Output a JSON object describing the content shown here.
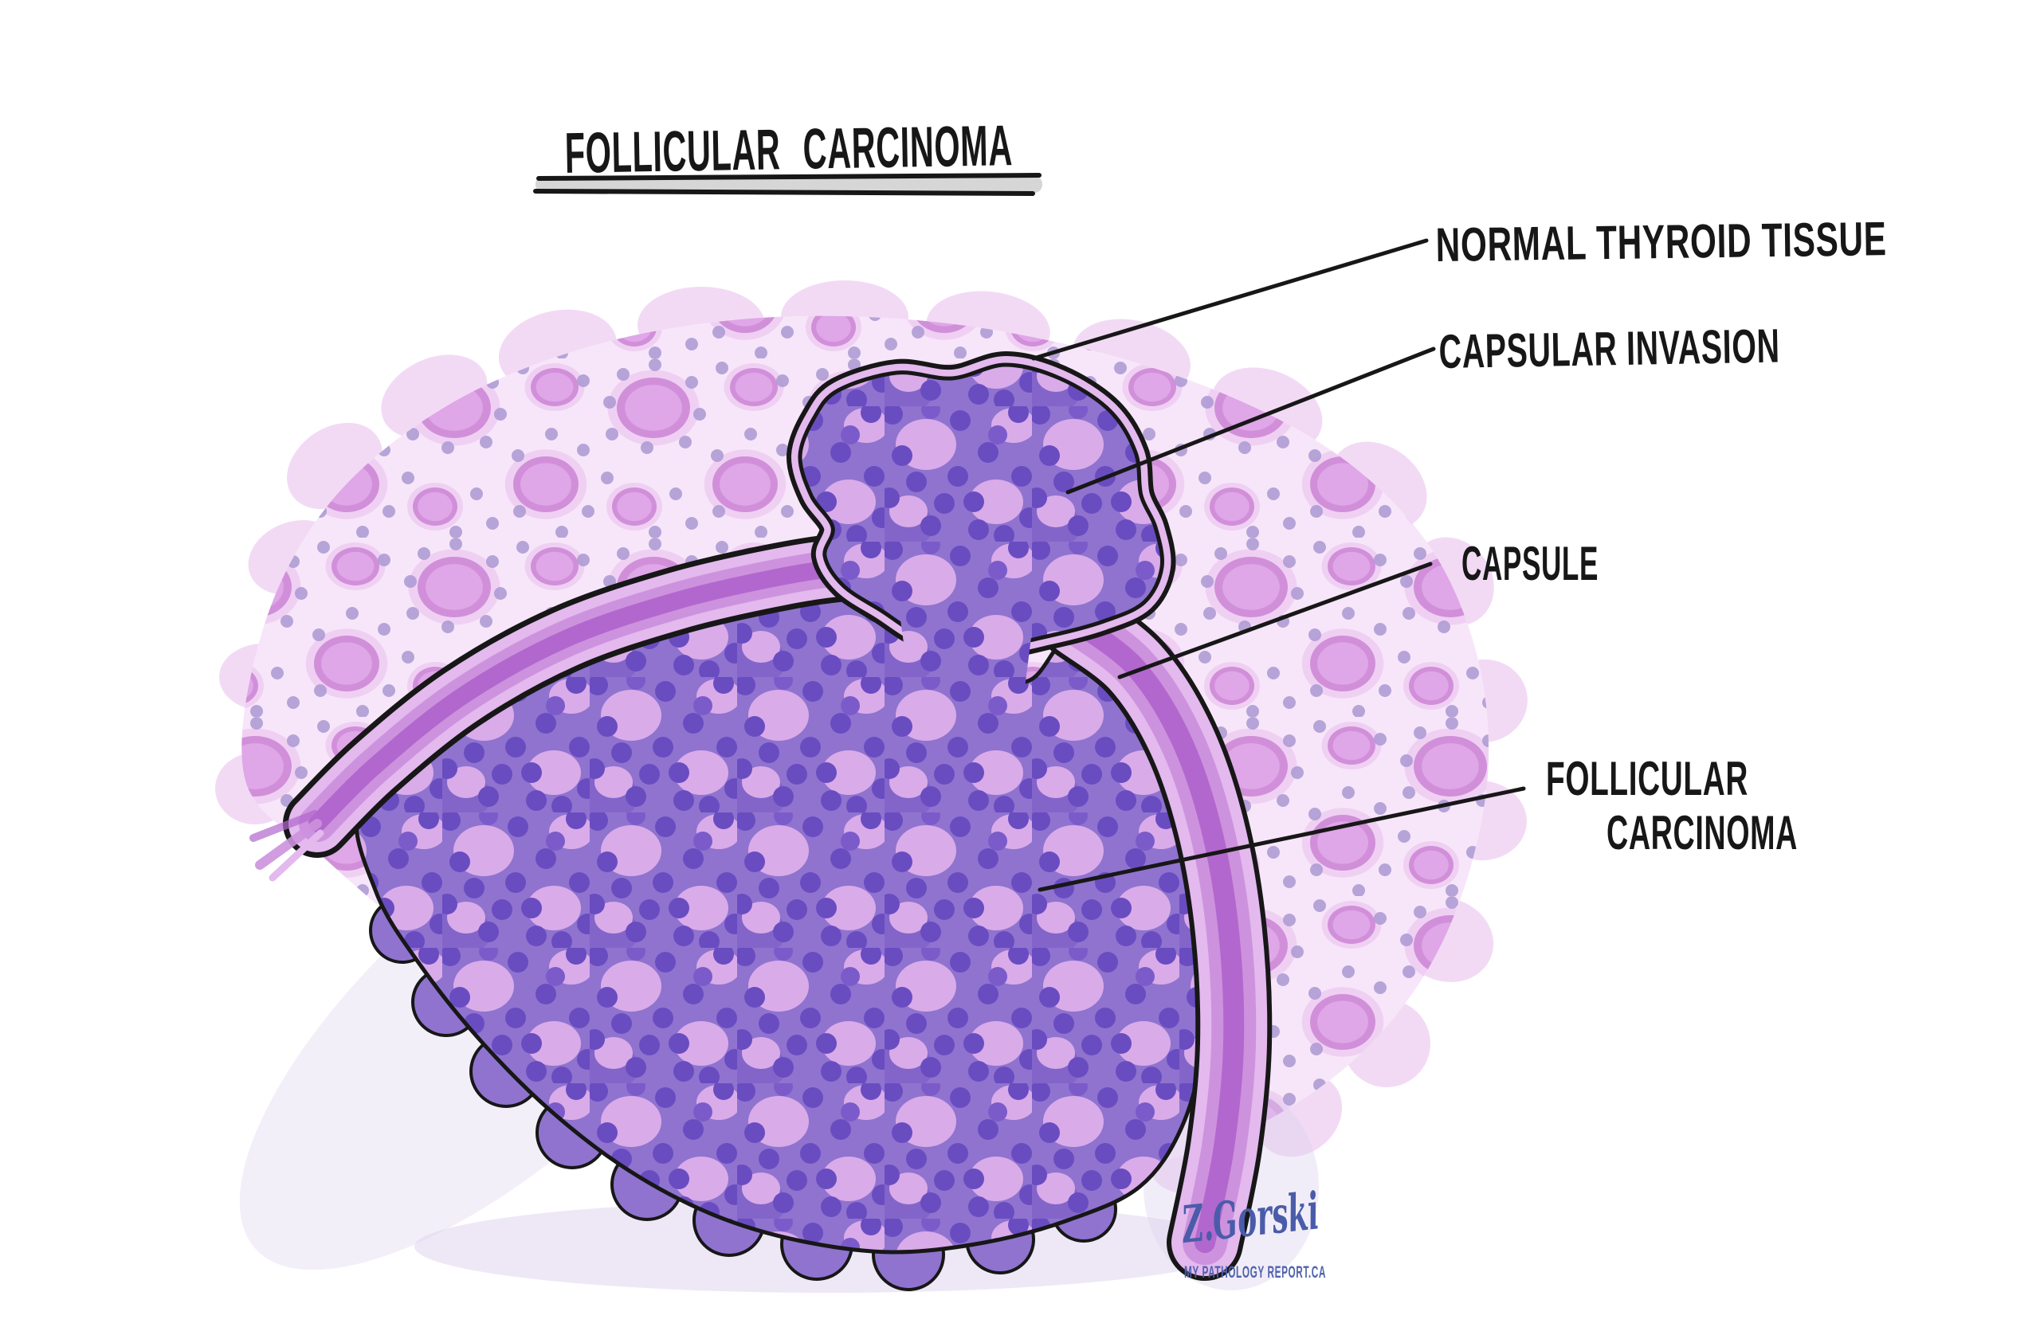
{
  "title": "FOLLICULAR CARCINOMA",
  "labels": {
    "normal_thyroid_tissue": "NORMAL THYROID TISSUE",
    "capsular_invasion": "CAPSULAR INVASION",
    "capsule": "CAPSULE",
    "follicular_carcinoma_line1": "FOLLICULAR",
    "follicular_carcinoma_line2": "CARCINOMA"
  },
  "signature": {
    "artist": "Z.Gorski",
    "website": "MY PATHOLOGY REPORT.CA"
  },
  "colors": {
    "ink": "#171717",
    "signature_blue": "#4a5ca9",
    "website_blue": "#4f63ad",
    "underline_gray": "#d6d6d6",
    "gland_wash": "#f7e6f9",
    "edge_wash": "#f1d6f4",
    "follicle_halo": "#efd0f3",
    "follicle_ring": "#d18fd9",
    "follicle_lumen": "#dfa6e8",
    "stroma_dot": "#aa99d2",
    "tumor_base": "#8f73cf",
    "tumor_dark_blob": "#7c5ec8",
    "tumor_follicle": "#d9abe9",
    "tumor_dot": "#6a4cc1",
    "capsule_light": "#e3b9ee",
    "capsule_mid": "#cd92dd",
    "capsule_dark": "#b267ce",
    "shadow_lavender": "#ddd2ee"
  }
}
